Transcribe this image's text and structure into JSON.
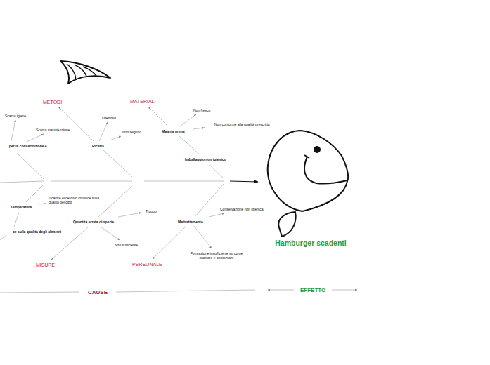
{
  "diagram": {
    "nodes": [
      {
        "text": [
          "Hamburger scadenti"
        ]
      }
    ],
    "labels": [
      "METODI",
      "MATERIALI",
      "Scarsa igiene",
      "Non fresco",
      "Difettoso",
      "Non conforme alla qualità prescritta",
      "Scarsa manutenzione",
      "Non seguito",
      "Materia prima",
      "per la conservazione e",
      "Ricetta",
      "Imballaggio non igienico",
      "Il calore eccessivo influisce sulla qualità del cibo",
      "Temperatura",
      "Conservazione non igienica",
      "Troppo",
      "Quantità errata di spezie",
      "Maltrattamento",
      "ce sulla qualità degli alimenti",
      "Non sufficiente",
      "Formazione insufficiente su come cucinare e conservare",
      "MISURE",
      "PERSONALE",
      "CAUSE",
      "EFFETTO"
    ]
  }
}
